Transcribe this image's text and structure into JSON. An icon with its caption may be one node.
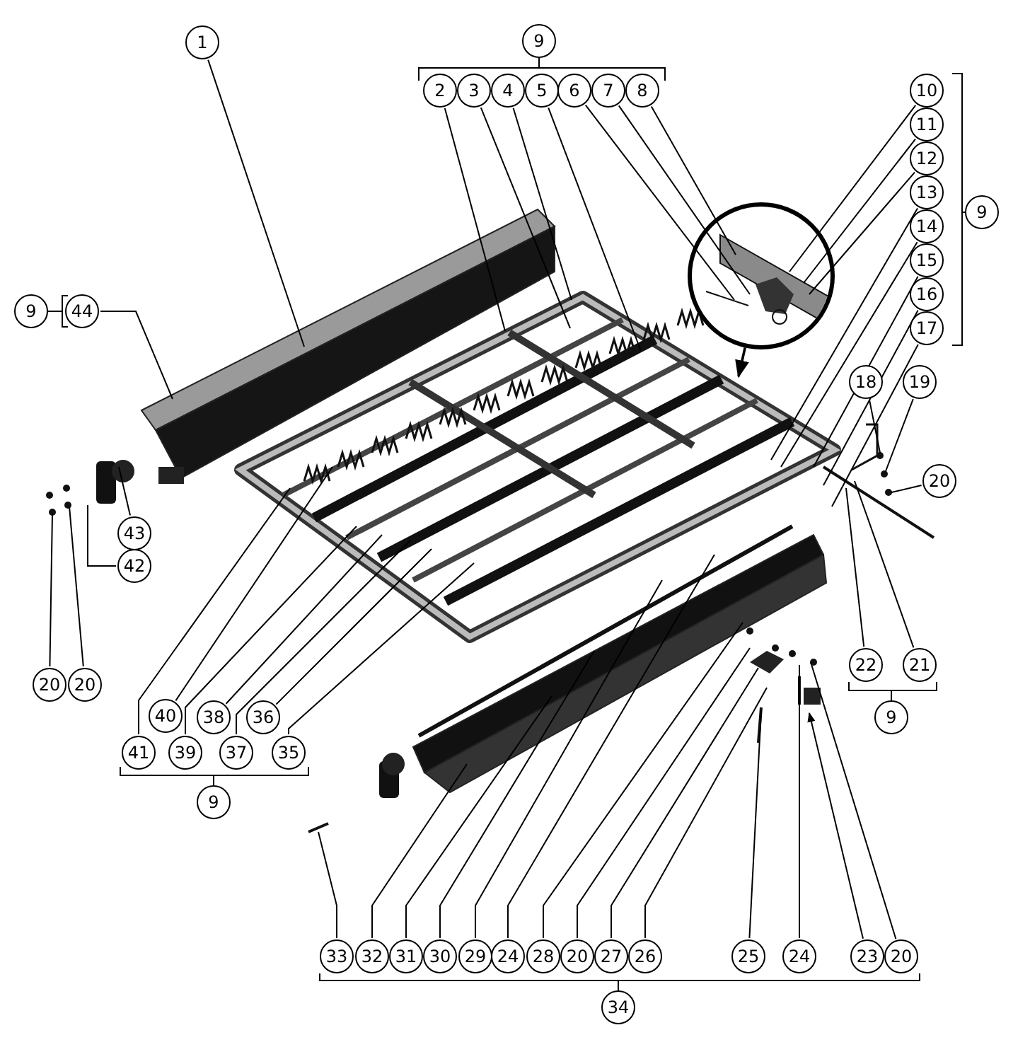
{
  "diagram": {
    "nodes": [
      {
        "text": [
          "1"
        ]
      },
      {
        "text": [
          "9"
        ]
      },
      {
        "text": [
          "2"
        ]
      },
      {
        "text": [
          "3"
        ]
      },
      {
        "text": [
          "4"
        ]
      },
      {
        "text": [
          "5"
        ]
      },
      {
        "text": [
          "6"
        ]
      },
      {
        "text": [
          "7"
        ]
      },
      {
        "text": [
          "8"
        ]
      },
      {
        "text": [
          "10"
        ]
      },
      {
        "text": [
          "11"
        ]
      },
      {
        "text": [
          "12"
        ]
      },
      {
        "text": [
          "13"
        ]
      },
      {
        "text": [
          "14"
        ]
      },
      {
        "text": [
          "15"
        ]
      },
      {
        "text": [
          "16"
        ]
      },
      {
        "text": [
          "17"
        ]
      },
      {
        "text": [
          "9"
        ]
      },
      {
        "text": [
          "9"
        ]
      },
      {
        "text": [
          "44"
        ]
      },
      {
        "text": [],
        "shape": "circle"
      },
      {
        "text": [
          "18"
        ]
      },
      {
        "text": [
          "19"
        ]
      },
      {
        "text": [
          "20"
        ]
      },
      {
        "text": [
          "43"
        ]
      },
      {
        "text": [
          "42"
        ]
      },
      {
        "text": [
          "20"
        ]
      },
      {
        "text": [
          "20"
        ]
      },
      {
        "text": [
          "40"
        ]
      },
      {
        "text": [
          "38"
        ]
      },
      {
        "text": [
          "36"
        ]
      },
      {
        "text": [
          "22"
        ]
      },
      {
        "text": [
          "21"
        ]
      },
      {
        "text": [
          "9"
        ]
      },
      {
        "text": [
          "41"
        ]
      },
      {
        "text": [
          "39"
        ]
      },
      {
        "text": [
          "37"
        ]
      },
      {
        "text": [
          "35"
        ]
      },
      {
        "text": [
          "9"
        ]
      },
      {
        "text": [
          "33"
        ]
      },
      {
        "text": [
          "32"
        ]
      },
      {
        "text": [
          "31"
        ]
      },
      {
        "text": [
          "30"
        ]
      },
      {
        "text": [
          "29"
        ]
      },
      {
        "text": [
          "24"
        ]
      },
      {
        "text": [
          "28"
        ]
      },
      {
        "text": [
          "20"
        ]
      },
      {
        "text": [
          "27"
        ]
      },
      {
        "text": [
          "26"
        ]
      },
      {
        "text": [
          "25"
        ]
      },
      {
        "text": [
          "24"
        ]
      },
      {
        "text": [
          "23"
        ]
      },
      {
        "text": [
          "20"
        ]
      },
      {
        "text": [
          "34"
        ]
      }
    ],
    "edges": [
      {
        "from": 0,
        "to": null,
        "arrow": "none"
      },
      {
        "from": 2,
        "to": null,
        "arrow": "none"
      },
      {
        "from": 3,
        "to": null,
        "arrow": "none"
      },
      {
        "from": 4,
        "to": null,
        "arrow": "none"
      },
      {
        "from": 5,
        "to": null,
        "arrow": "none"
      },
      {
        "from": 6,
        "to": 20,
        "arrow": "none"
      },
      {
        "from": 7,
        "to": 20,
        "arrow": "none"
      },
      {
        "from": 8,
        "to": 20,
        "arrow": "none"
      },
      {
        "from": 9,
        "to": 20,
        "arrow": "none"
      },
      {
        "from": 10,
        "to": 20,
        "arrow": "none"
      },
      {
        "from": 11,
        "to": 20,
        "arrow": "none"
      },
      {
        "from": 12,
        "to": null,
        "arrow": "none"
      },
      {
        "from": 13,
        "to": null,
        "arrow": "none"
      },
      {
        "from": 14,
        "to": null,
        "arrow": "none"
      },
      {
        "from": 15,
        "to": null,
        "arrow": "none"
      },
      {
        "from": 16,
        "to": null,
        "arrow": "none"
      },
      {
        "from": 19,
        "to": null,
        "arrow": "none"
      },
      {
        "from": 20,
        "to": null,
        "arrow": "to"
      },
      {
        "from": 21,
        "to": null,
        "arrow": "none"
      },
      {
        "from": 22,
        "to": null,
        "arrow": "none"
      },
      {
        "from": 23,
        "to": null,
        "arrow": "none"
      },
      {
        "from": 24,
        "to": null,
        "arrow": "none"
      },
      {
        "from": 25,
        "to": null,
        "arrow": "none"
      },
      {
        "from": 26,
        "to": null,
        "arrow": "none"
      },
      {
        "from": 27,
        "to": null,
        "arrow": "none"
      },
      {
        "from": 28,
        "to": null,
        "arrow": "none"
      },
      {
        "from": 29,
        "to": null,
        "arrow": "none"
      },
      {
        "from": 30,
        "to": null,
        "arrow": "none"
      },
      {
        "from": 31,
        "to": null,
        "arrow": "none"
      },
      {
        "from": 32,
        "to": null,
        "arrow": "none"
      },
      {
        "from": 34,
        "to": null,
        "arrow": "none"
      },
      {
        "from": 35,
        "to": null,
        "arrow": "none"
      },
      {
        "from": 36,
        "to": null,
        "arrow": "none"
      },
      {
        "from": 37,
        "to": null,
        "arrow": "none"
      },
      {
        "from": 39,
        "to": null,
        "arrow": "none"
      },
      {
        "from": 40,
        "to": null,
        "arrow": "none"
      },
      {
        "from": 41,
        "to": null,
        "arrow": "none"
      },
      {
        "from": 42,
        "to": null,
        "arrow": "none"
      },
      {
        "from": 43,
        "to": null,
        "arrow": "none"
      },
      {
        "from": 44,
        "to": null,
        "arrow": "none"
      },
      {
        "from": 45,
        "to": null,
        "arrow": "none"
      },
      {
        "from": 46,
        "to": null,
        "arrow": "none"
      },
      {
        "from": 47,
        "to": null,
        "arrow": "none"
      },
      {
        "from": 48,
        "to": null,
        "arrow": "none"
      },
      {
        "from": 49,
        "to": null,
        "arrow": "none"
      },
      {
        "from": 50,
        "to": null,
        "arrow": "none"
      },
      {
        "from": 51,
        "to": null,
        "arrow": "to"
      },
      {
        "from": 52,
        "to": null,
        "arrow": "none"
      }
    ]
  }
}
